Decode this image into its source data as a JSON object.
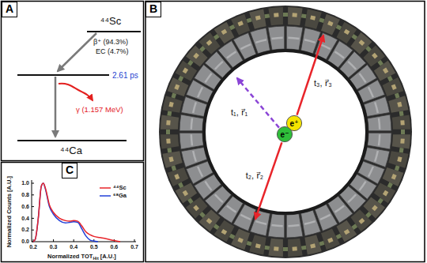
{
  "diagram": {
    "nodes": [
      {
        "text": [
          "A"
        ]
      },
      {
        "text": [
          "B"
        ]
      },
      {
        "text": [
          "e⁺"
        ]
      },
      {
        "text": [
          "e⁻"
        ]
      },
      {
        "text": [
          "C"
        ]
      }
    ],
    "labels": [
      "⁴⁴Sc",
      "β⁺ (94.3%)",
      "EC (4.7%)",
      "2.61 ps",
      "γ (1.157 MeV)",
      "⁴⁴Ca",
      "t₁, r⃗₁",
      "t₃, r⃗₃",
      "t₂, r⃗₂",
      "Normalized Counts [A.U.]",
      "Normalized TOT",
      "Hit",
      "[A.U.]",
      "0.2",
      "0.3",
      "0.4",
      "0.5",
      "0.6",
      "0.7",
      "0.0",
      "0.2",
      "0.4",
      "0.6",
      "0.8",
      "1.0"
    ],
    "legend": [
      {
        "text": "⁴⁴Sc"
      },
      {
        "text": "⁶⁸Ga"
      }
    ]
  }
}
